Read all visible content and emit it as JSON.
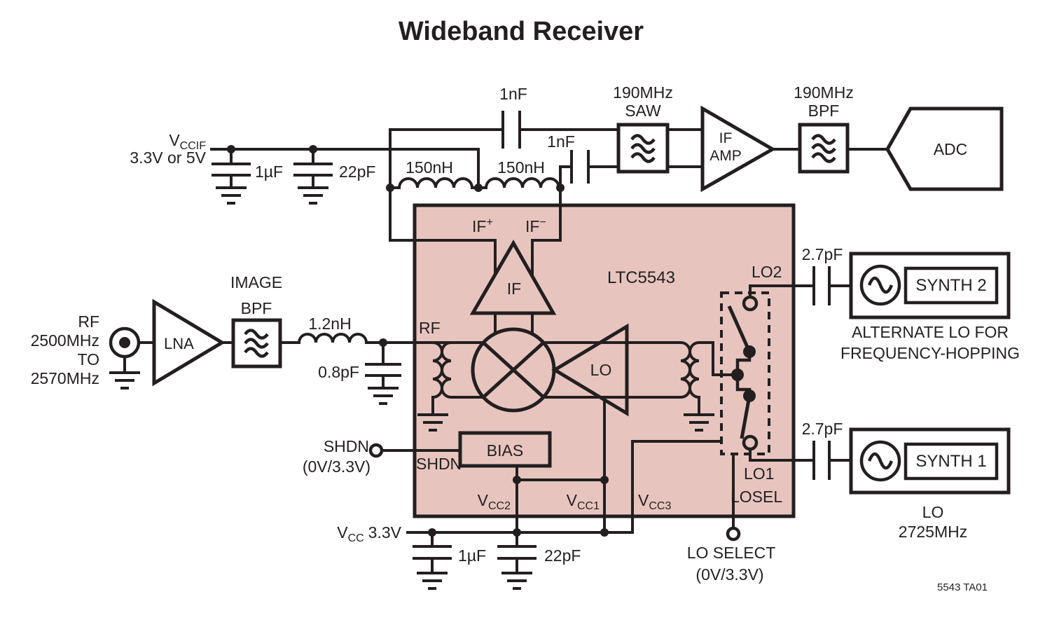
{
  "title": "Wideband Receiver",
  "note": "5543 TA01",
  "colors": {
    "chip_fill": "#e7c5be",
    "ink": "#231f20",
    "background": "#ffffff"
  },
  "supply_if": {
    "v": "V",
    "v_sub": "CCIF",
    "line2": "3.3V or 5V",
    "cap1": "1µF",
    "cap2": "22pF"
  },
  "if_net": {
    "cap_top": "1nF",
    "cap_mid": "1nF",
    "ind1": "150nH",
    "ind2": "150nH"
  },
  "saw": {
    "line1": "190MHz",
    "line2": "SAW"
  },
  "ifamp": {
    "line1": "IF",
    "line2": "AMP"
  },
  "bpf": {
    "line1": "190MHz",
    "line2": "BPF"
  },
  "adc": {
    "label": "ADC"
  },
  "rf_in": {
    "line1": "RF",
    "line2": "2500MHz",
    "line3": "TO",
    "line4": "2570MHz"
  },
  "lna": {
    "label": "LNA"
  },
  "img_bpf": {
    "line1": "IMAGE",
    "line2": "BPF"
  },
  "match": {
    "ind": "1.2nH",
    "cap": "0.8pF"
  },
  "chip": {
    "name": "LTC5543",
    "rf": "RF",
    "if_base": "IF",
    "ifp_sup": "+",
    "ifm_sup": "−",
    "if_amp": "IF",
    "lo_amp": "LO",
    "bias": "BIAS",
    "shdn": "SHDN",
    "v": "V",
    "vcc2_sub": "CC2",
    "vcc1_sub": "CC1",
    "vcc3_sub": "CC3",
    "lo2": "LO2",
    "lo1": "LO1",
    "losel": "LOSEL"
  },
  "shdn_ctl": {
    "line1": "SHDN",
    "line2": "(0V/3.3V)"
  },
  "vcc": {
    "v": "V",
    "sub": "CC",
    "rest": "3.3V",
    "cap1": "1µF",
    "cap2": "22pF"
  },
  "losel_ctl": {
    "line1": "LO SELECT",
    "line2": "(0V/3.3V)"
  },
  "lo2p": {
    "cap": "2.7pF",
    "synth": "SYNTH 2",
    "note1": "ALTERNATE LO FOR",
    "note2": "FREQUENCY-HOPPING"
  },
  "lo1p": {
    "cap": "2.7pF",
    "synth": "SYNTH 1",
    "note1": "LO",
    "note2": "2725MHz"
  }
}
